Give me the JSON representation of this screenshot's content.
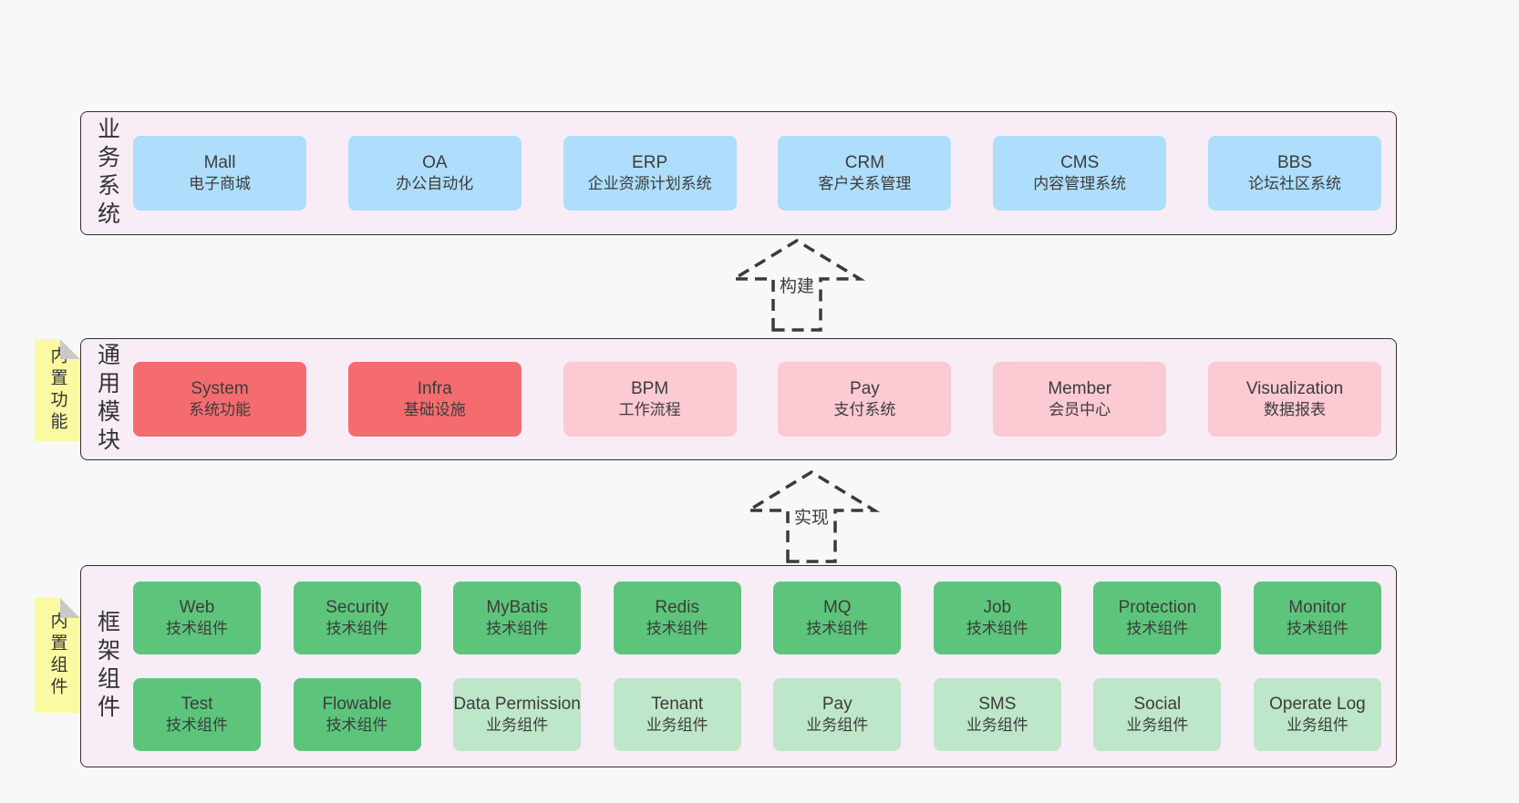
{
  "colors": {
    "page-bg": "#f8f8f8",
    "panel-bg": "#f8edf6",
    "panel-border": "#303030",
    "blue": "#aedefb",
    "red": "#f56c6f",
    "pink": "#fbcad3",
    "green": "#5dc57b",
    "lightgreen": "#bee6c8",
    "note-bg": "#fbfaa2",
    "note-fold": "#c9c9c9",
    "text": "#3c3c3c",
    "arrow": "#3a3a3a"
  },
  "layers": [
    {
      "label": "业务系统",
      "boxes": [
        {
          "title": "Mall",
          "subtitle": "电子商城"
        },
        {
          "title": "OA",
          "subtitle": "办公自动化"
        },
        {
          "title": "ERP",
          "subtitle": "企业资源计划系统"
        },
        {
          "title": "CRM",
          "subtitle": "客户关系管理"
        },
        {
          "title": "CMS",
          "subtitle": "内容管理系统"
        },
        {
          "title": "BBS",
          "subtitle": "论坛社区系统"
        }
      ]
    },
    {
      "label": "通用模块",
      "note": "内置功能",
      "boxes": [
        {
          "title": "System",
          "subtitle": "系统功能"
        },
        {
          "title": "Infra",
          "subtitle": "基础设施"
        },
        {
          "title": "BPM",
          "subtitle": "工作流程"
        },
        {
          "title": "Pay",
          "subtitle": "支付系统"
        },
        {
          "title": "Member",
          "subtitle": "会员中心"
        },
        {
          "title": "Visualization",
          "subtitle": "数据报表"
        }
      ]
    },
    {
      "label": "框架组件",
      "note": "内置组件",
      "rows": [
        {
          "boxes": [
            {
              "title": "Web",
              "subtitle": "技术组件"
            },
            {
              "title": "Security",
              "subtitle": "技术组件"
            },
            {
              "title": "MyBatis",
              "subtitle": "技术组件"
            },
            {
              "title": "Redis",
              "subtitle": "技术组件"
            },
            {
              "title": "MQ",
              "subtitle": "技术组件"
            },
            {
              "title": "Job",
              "subtitle": "技术组件"
            },
            {
              "title": "Protection",
              "subtitle": "技术组件"
            },
            {
              "title": "Monitor",
              "subtitle": "技术组件"
            }
          ]
        },
        {
          "boxes": [
            {
              "title": "Test",
              "subtitle": "技术组件"
            },
            {
              "title": "Flowable",
              "subtitle": "技术组件"
            },
            {
              "title": "Data Permission",
              "subtitle": "业务组件"
            },
            {
              "title": "Tenant",
              "subtitle": "业务组件"
            },
            {
              "title": "Pay",
              "subtitle": "业务组件"
            },
            {
              "title": "SMS",
              "subtitle": "业务组件"
            },
            {
              "title": "Social",
              "subtitle": "业务组件"
            },
            {
              "title": "Operate Log",
              "subtitle": "业务组件"
            }
          ]
        }
      ]
    }
  ],
  "arrows": [
    {
      "label": "构建"
    },
    {
      "label": "实现"
    }
  ]
}
